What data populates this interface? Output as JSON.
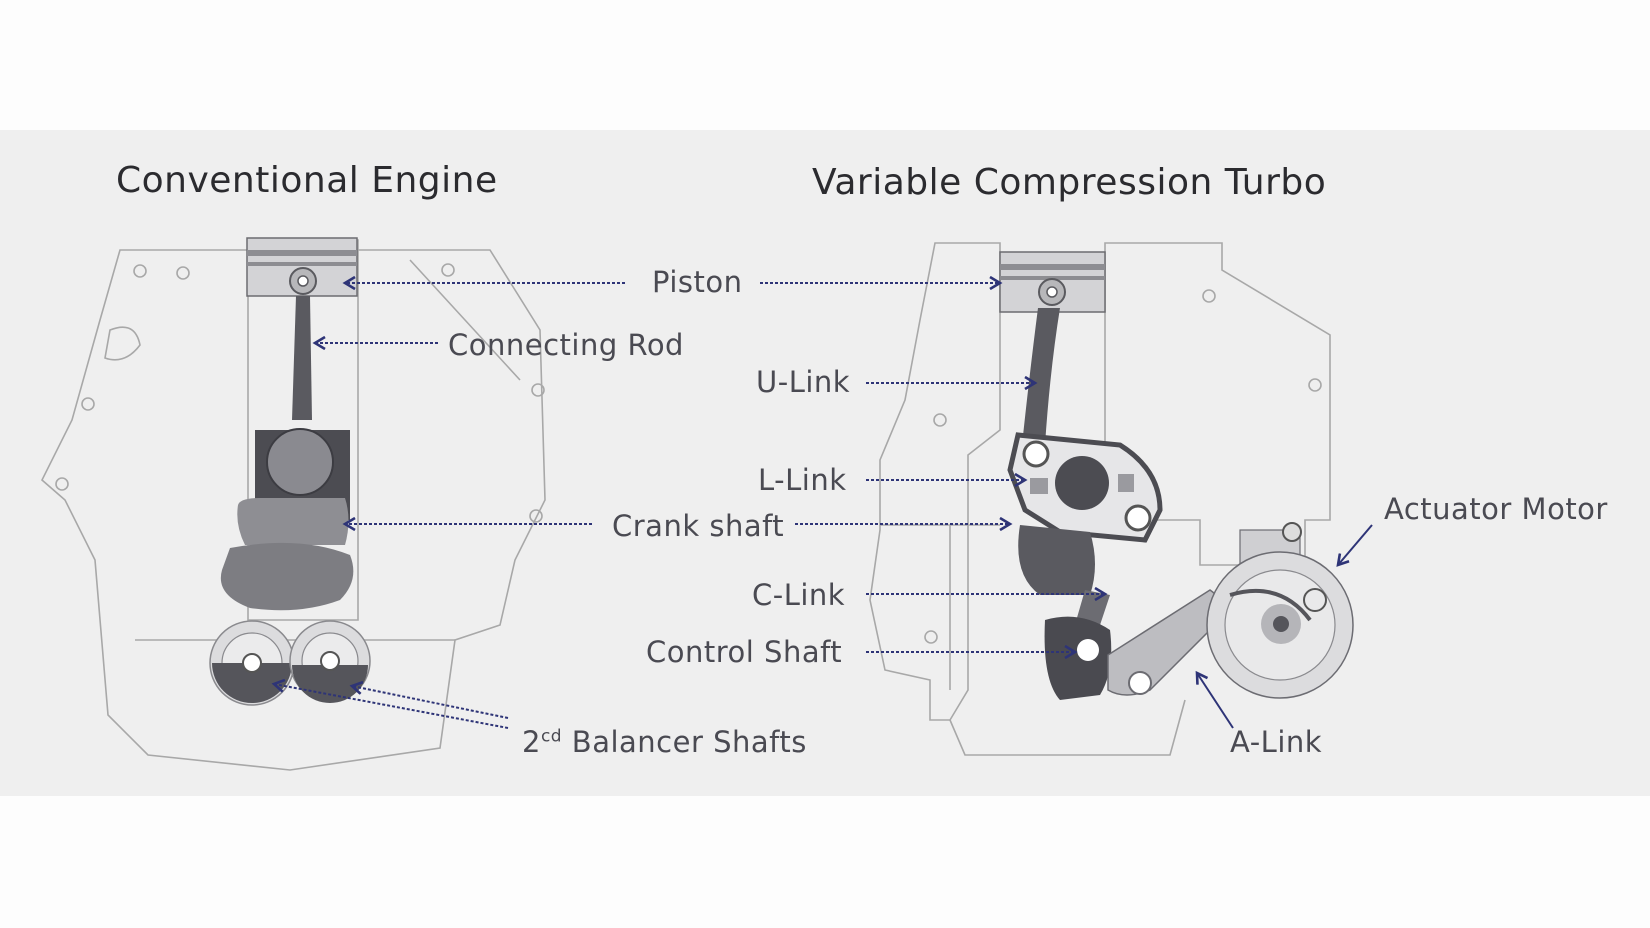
{
  "titles": {
    "left": "Conventional Engine",
    "right": "Variable Compression Turbo"
  },
  "labels": {
    "piston": "Piston",
    "connecting_rod": "Connecting Rod",
    "u_link": "U-Link",
    "l_link": "L-Link",
    "crank_shaft": "Crank shaft",
    "c_link": "C-Link",
    "control_shaft": "Control Shaft",
    "balancer_number": "2",
    "balancer_superscript": "cd",
    "balancer_text": " Balancer Shafts",
    "a_link": "A-Link",
    "actuator_motor": "Actuator Motor"
  },
  "colors": {
    "arrow": "#2e3477",
    "outline": "#a8a8a8",
    "part_dark": "#4f4f54",
    "part_mid": "#7c7c82",
    "part_light": "#c9c9cc",
    "panel": "#efefef"
  }
}
